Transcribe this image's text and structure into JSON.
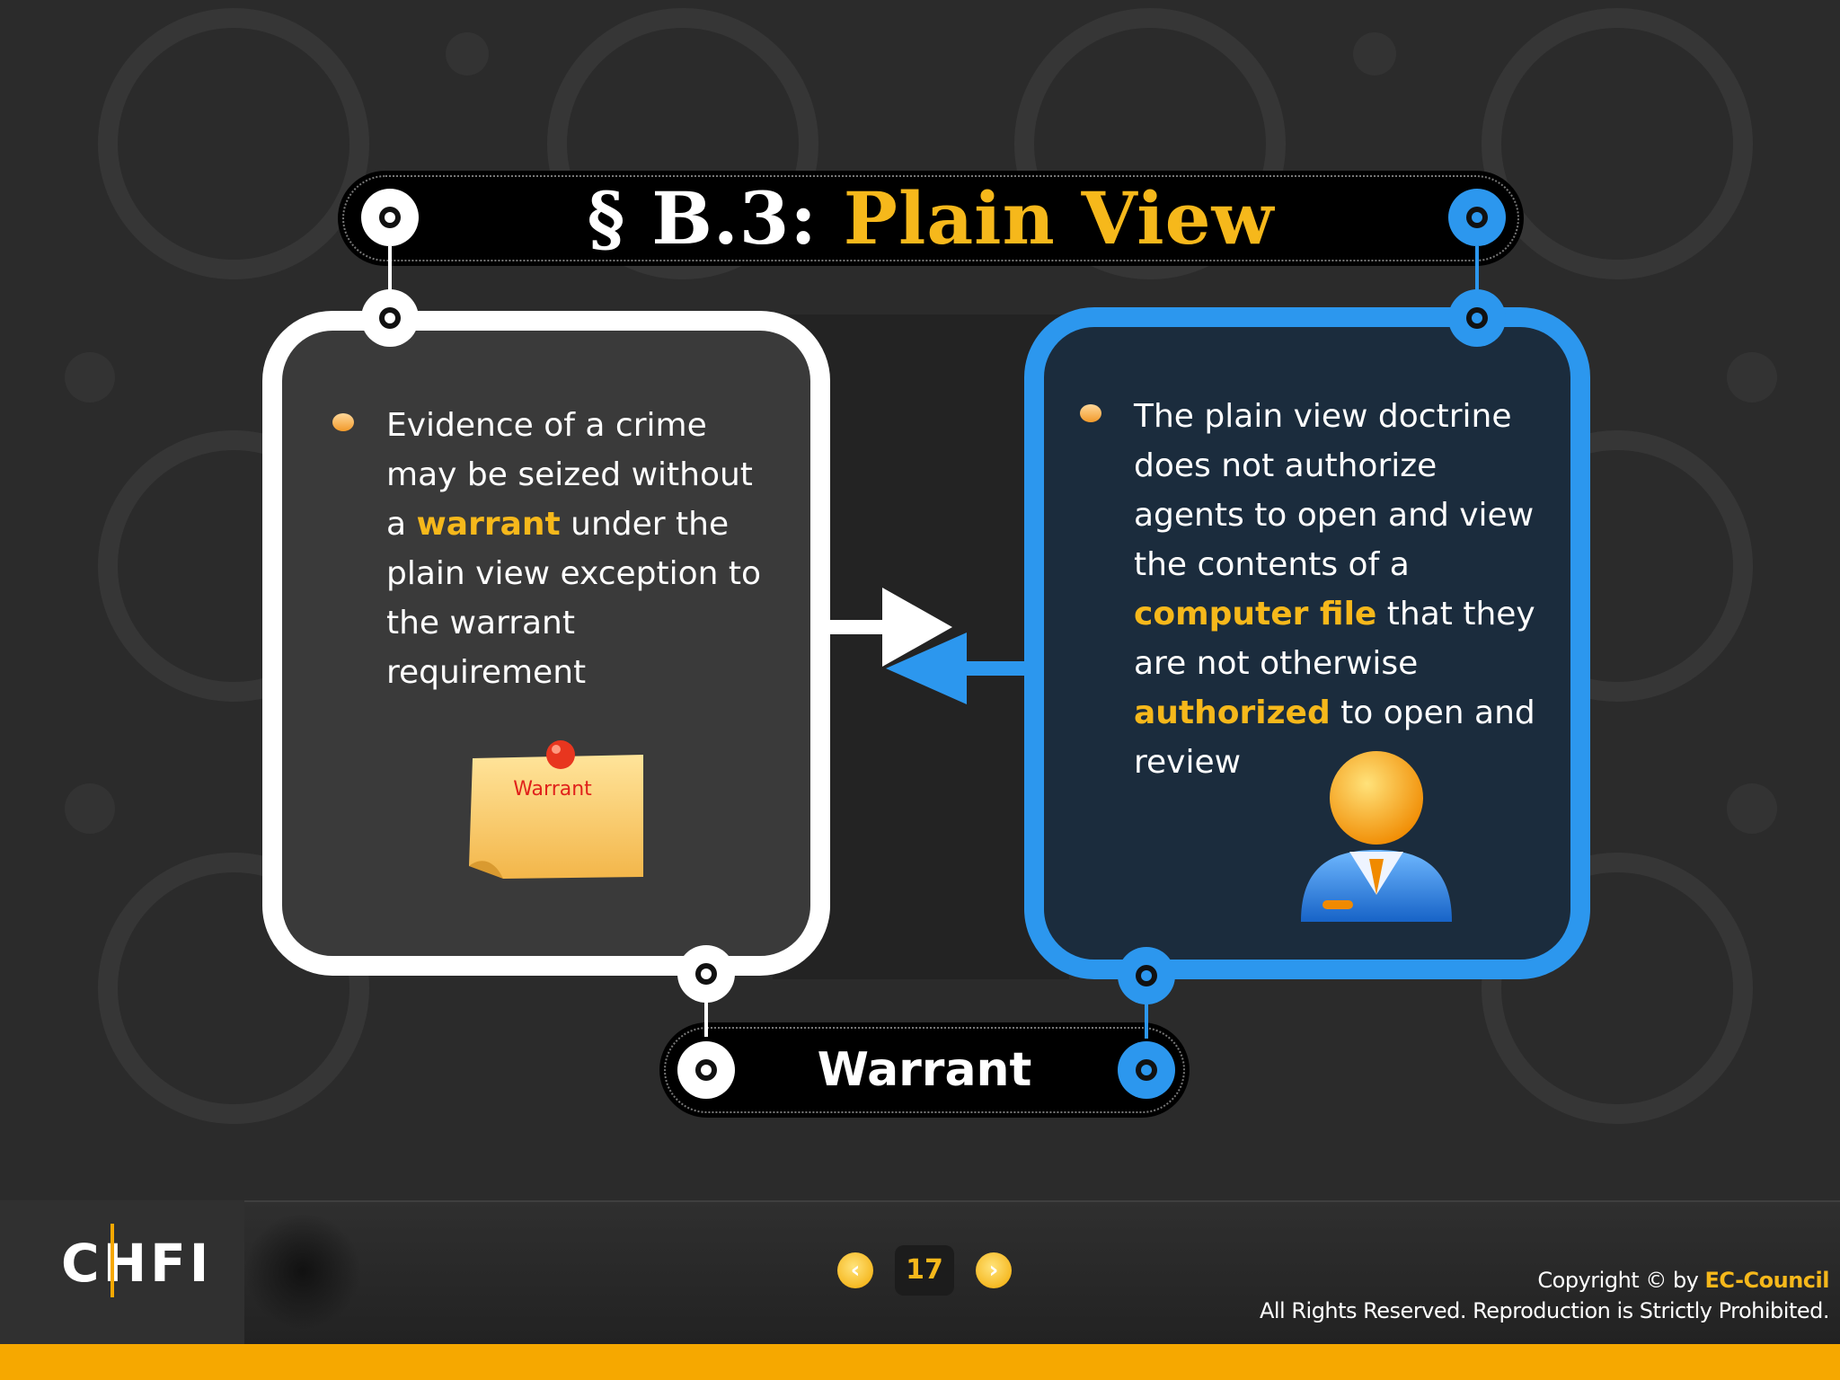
{
  "slide": {
    "title_prefix": "§ B.3: ",
    "title_accent": "Plain View",
    "left_panel": {
      "text_before": "Evidence of a crime may be seized without a ",
      "text_accent": "warrant",
      "text_after": " under the plain view exception to the warrant requirement",
      "note_label": "Warrant"
    },
    "right_panel": {
      "text_before": "The plain view doctrine does not authorize agents to open and view the contents of a ",
      "accent_1": "computer file",
      "text_middle": " that they are not otherwise ",
      "accent_2": "authorized",
      "text_after": " to open and review"
    },
    "bottom_label": "Warrant"
  },
  "footer": {
    "logo_text": "CHFI",
    "page_number": "17",
    "prev_glyph": "‹",
    "next_glyph": "›",
    "copyright_prefix": "Copyright © by ",
    "copyright_brand": "EC-Council",
    "rights": "All Rights Reserved. Reproduction is Strictly Prohibited."
  },
  "colors": {
    "accent": "#f6b81b",
    "blue": "#2c97ee",
    "background": "#2b2b2b",
    "footer_stripe": "#f6a800"
  },
  "icons": [
    "bullet-icon",
    "sticky-note-icon",
    "pushpin-icon",
    "person-icon",
    "arrow-right-icon",
    "arrow-left-icon",
    "ring-connector-icon"
  ]
}
